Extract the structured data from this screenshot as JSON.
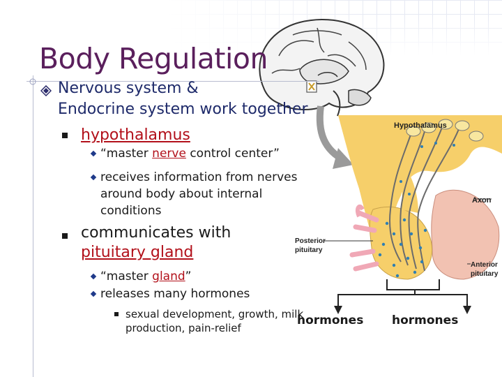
{
  "slide": {
    "title": "Body Regulation",
    "bullet1": {
      "line1": "Nervous system &",
      "line2": "Endocrine system work together"
    },
    "hypothalamus": {
      "label": "hypothalamus",
      "points": [
        {
          "pre": "“master ",
          "link": "nerve",
          "post": " control center”"
        },
        {
          "line1": "receives information from nerves",
          "line2": "around body about internal",
          "line3": "conditions"
        }
      ]
    },
    "pituitary": {
      "line1": "communicates with",
      "line2": "pituitary gland",
      "points": [
        {
          "pre": "“master ",
          "link": "gland",
          "post": "”"
        },
        {
          "text": "releases many hormones"
        }
      ],
      "subpoint": {
        "line1": "sexual development, growth, milk",
        "line2": "production, pain-relief"
      }
    }
  },
  "figure": {
    "hypothalamus_label": "Hypothalamus",
    "axon_label": "Axon",
    "posterior_label_1": "Posterior",
    "posterior_label_2": "pituitary",
    "anterior_label_1": "Anterior",
    "anterior_label_2": "pituitary",
    "hormones_left": "hormones",
    "hormones_right": "hormones"
  },
  "colors": {
    "title": "#5a1f5c",
    "body_text": "#1e2a6a",
    "link_red": "#b2101a",
    "gland_yellow": "#f6cf6a",
    "gland_pink": "#f2c2b2"
  }
}
